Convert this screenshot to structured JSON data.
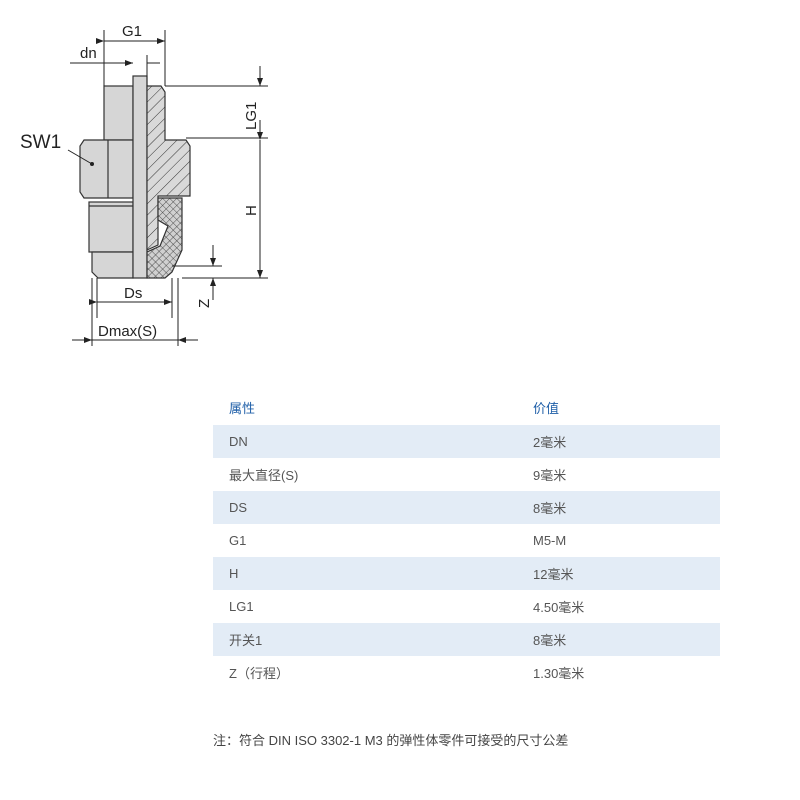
{
  "drawing": {
    "labels": {
      "g1": "G1",
      "dn": "dn",
      "sw1": "SW1",
      "lg1": "LG1",
      "h": "H",
      "ds": "Ds",
      "z": "Z",
      "dmax": "Dmax(S)"
    }
  },
  "table": {
    "headers": {
      "property": "属性",
      "value": "价值"
    },
    "rows": [
      {
        "property": "DN",
        "value": "2毫米"
      },
      {
        "property": "最大直径(S)",
        "value": "9毫米"
      },
      {
        "property": "DS",
        "value": "8毫米"
      },
      {
        "property": "G1",
        "value": "M5-M"
      },
      {
        "property": "H",
        "value": "12毫米"
      },
      {
        "property": "LG1",
        "value": "4.50毫米"
      },
      {
        "property": "开关1",
        "value": "8毫米"
      },
      {
        "property": "Z（行程）",
        "value": "1.30毫米"
      }
    ]
  },
  "note": "注：符合 DIN ISO 3302-1 M3 的弹性体零件可接受的尺寸公差",
  "colors": {
    "header_text": "#1f5fa8",
    "stripe": "#e3ecf6",
    "body_text": "#555555"
  }
}
